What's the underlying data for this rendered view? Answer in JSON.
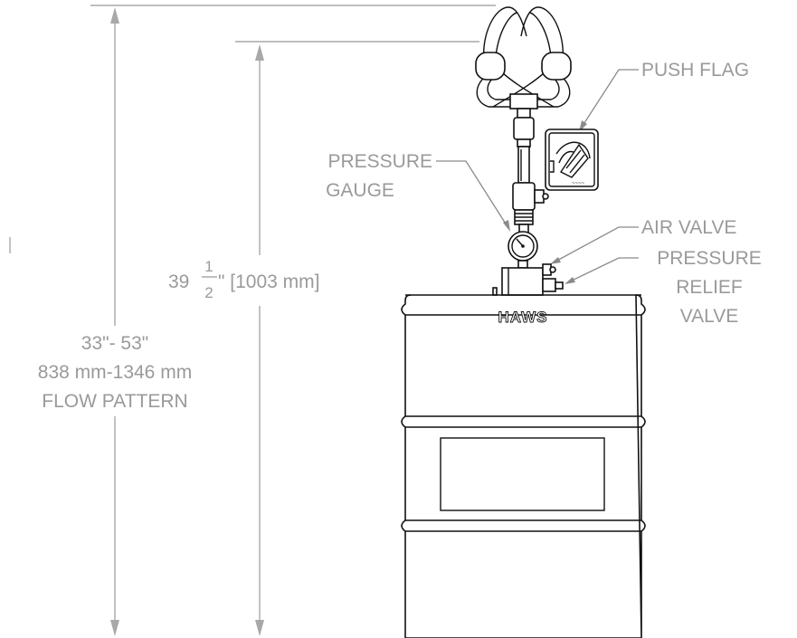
{
  "labels": {
    "push_flag": "PUSH FLAG",
    "pressure_gauge_line1": "PRESSURE",
    "pressure_gauge_line2": "GAUGE",
    "air_valve": "AIR VALVE",
    "pressure_relief_line1": "PRESSURE",
    "pressure_relief_line2": "RELIEF",
    "pressure_relief_line3": "VALVE",
    "tank_brand": "HAWS"
  },
  "dimensions": {
    "inner_whole": "39",
    "inner_num": "1",
    "inner_den": "2",
    "inner_rest": "\" [1003 mm]",
    "outer_line1": "33\"- 53\"",
    "outer_line2": "838 mm-1346 mm",
    "outer_line3": "FLOW PATTERN"
  },
  "colors": {
    "dimension_text": "#9a9a9a",
    "line_art": "#111111",
    "background": "#ffffff"
  }
}
